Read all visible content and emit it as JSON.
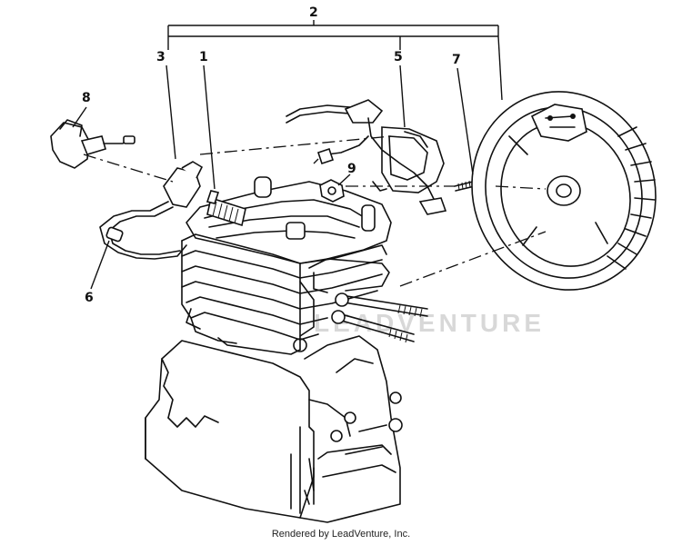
{
  "callouts": [
    {
      "id": "1",
      "label": "1"
    },
    {
      "id": "2",
      "label": "2"
    },
    {
      "id": "3",
      "label": "3"
    },
    {
      "id": "5",
      "label": "5"
    },
    {
      "id": "6",
      "label": "6"
    },
    {
      "id": "7",
      "label": "7"
    },
    {
      "id": "8",
      "label": "8"
    },
    {
      "id": "9",
      "label": "9"
    }
  ],
  "watermark": "LEADVENTURE",
  "credit": "Rendered by LeadVenture, Inc."
}
